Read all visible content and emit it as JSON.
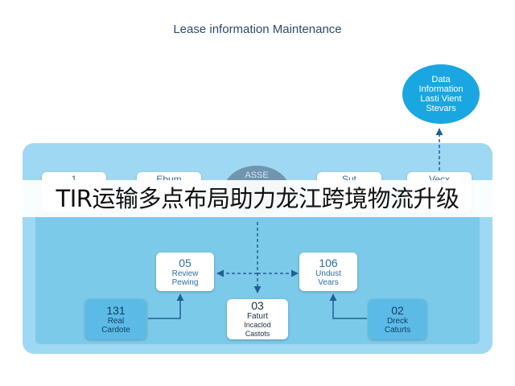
{
  "title": "Lease information Maintenance",
  "data_node": {
    "lines": [
      "Data",
      "Information",
      "Lasti Vient",
      "Stevars"
    ]
  },
  "top_boxes": [
    "1",
    "Ebum",
    "ASSE",
    "Sut",
    "Vecx"
  ],
  "nodes": {
    "review": {
      "num": "05",
      "label1": "Review",
      "label2": "Pewing"
    },
    "update": {
      "num": "106",
      "label1": "Undust",
      "label2": "Vears"
    },
    "real": {
      "num": "131",
      "label1": "Real",
      "label2": "Cardote"
    },
    "center": {
      "num": "03",
      "label1": "Faturt",
      "label2": "Incaclod",
      "label3": "Castots"
    },
    "check": {
      "num": "02",
      "label1": "Dreck",
      "label2": "Caturts"
    }
  },
  "banner": "TIR运输多点布局助力龙江跨境物流升级",
  "colors": {
    "panel": "#9fd8f2",
    "panel_inner": "#7ccaea",
    "node_blue": "#5cbbe6",
    "accent": "#1aa6e0"
  }
}
